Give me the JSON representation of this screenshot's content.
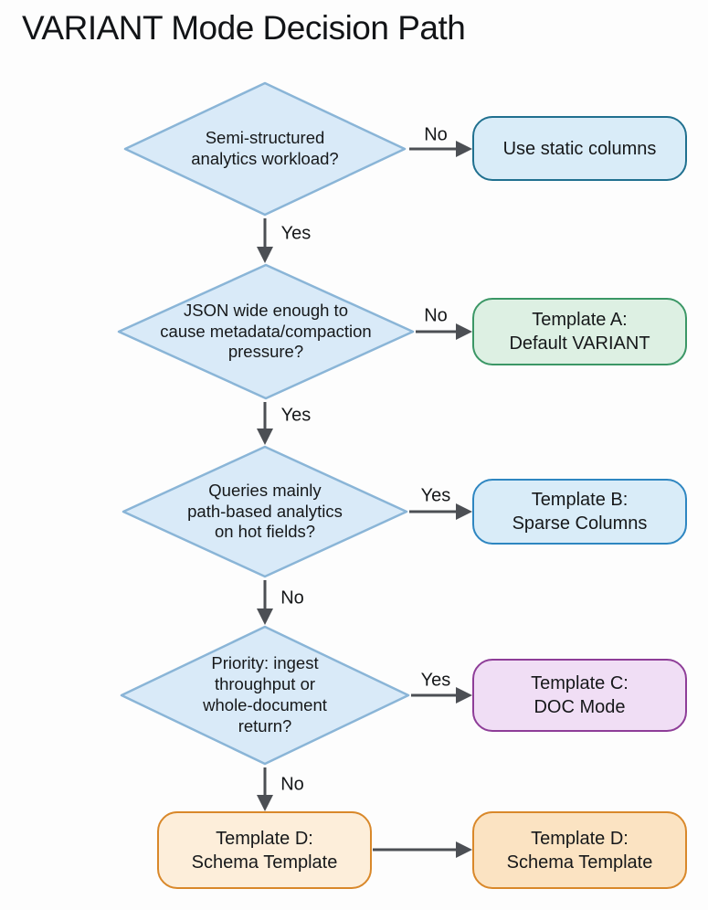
{
  "page": {
    "title": "VARIANT Mode Decision Path"
  },
  "colors": {
    "background": "#fdfdfd",
    "text": "#16181a",
    "arrow": "#4c4f54",
    "decision_fill": "#d9eaf8",
    "decision_border": "#8ab5d7"
  },
  "flow": {
    "decisions": [
      {
        "id": "semi-structured",
        "lines": [
          "Semi-structured",
          "analytics workload?"
        ]
      },
      {
        "id": "json-wide",
        "lines": [
          "JSON wide enough to",
          "cause metadata/compaction",
          "pressure?"
        ]
      },
      {
        "id": "path-based",
        "lines": [
          "Queries mainly",
          "path-based analytics",
          "on hot fields?"
        ]
      },
      {
        "id": "priority",
        "lines": [
          "Priority: ingest",
          "throughput or",
          "whole-document",
          "return?"
        ]
      }
    ],
    "results": [
      {
        "id": "static-columns",
        "lines": [
          "Use static columns"
        ],
        "fill": "#d9ecf8",
        "border": "#20708f"
      },
      {
        "id": "template-a",
        "lines": [
          "Template A:",
          "Default VARIANT"
        ],
        "fill": "#ddf0e3",
        "border": "#3b9766"
      },
      {
        "id": "template-b",
        "lines": [
          "Template B:",
          "Sparse Columns"
        ],
        "fill": "#d9ecf8",
        "border": "#2e86c1"
      },
      {
        "id": "template-c",
        "lines": [
          "Template C:",
          "DOC Mode"
        ],
        "fill": "#f0def5",
        "border": "#8e3d98"
      },
      {
        "id": "template-d",
        "lines": [
          "Template D:",
          "Schema Template"
        ],
        "fill": "#fdeeda",
        "border": "#d9882a"
      },
      {
        "id": "template-d-final",
        "lines": [
          "Template D:",
          "Schema Template"
        ],
        "fill": "#fbe3c2",
        "border": "#d9882a"
      }
    ],
    "edges": [
      {
        "from": "semi-structured",
        "to": "static-columns",
        "label": "No"
      },
      {
        "from": "semi-structured",
        "to": "json-wide",
        "label": "Yes"
      },
      {
        "from": "json-wide",
        "to": "template-a",
        "label": "No"
      },
      {
        "from": "json-wide",
        "to": "path-based",
        "label": "Yes"
      },
      {
        "from": "path-based",
        "to": "template-b",
        "label": "Yes"
      },
      {
        "from": "path-based",
        "to": "priority",
        "label": "No"
      },
      {
        "from": "priority",
        "to": "template-c",
        "label": "Yes"
      },
      {
        "from": "priority",
        "to": "template-d",
        "label": "No"
      },
      {
        "from": "template-d",
        "to": "template-d-final",
        "label": ""
      }
    ]
  }
}
